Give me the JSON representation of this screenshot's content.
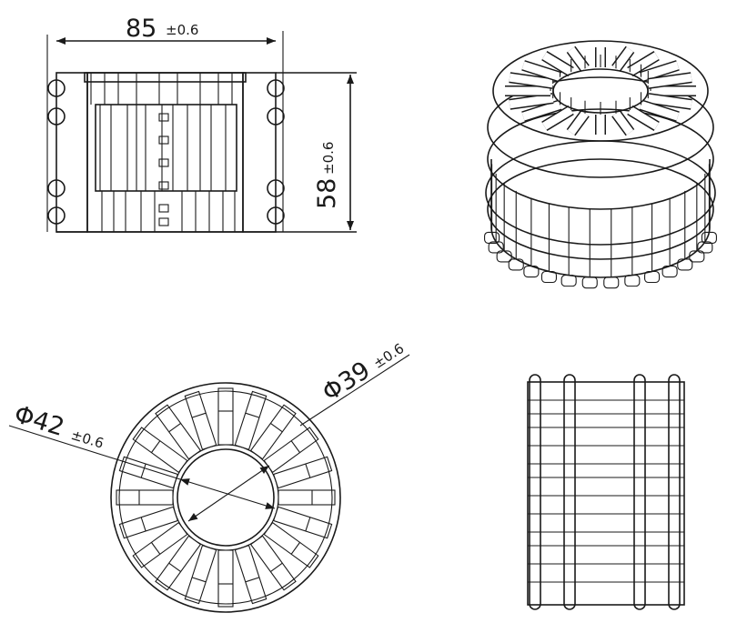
{
  "title": "Stator core technical drawing",
  "dimensions": {
    "width": {
      "value": "85",
      "tolerance": "±0.6"
    },
    "height": {
      "value": "58",
      "tolerance": "±0.6"
    },
    "outer_diameter": {
      "value": "Φ42",
      "tolerance": "±0.6"
    },
    "inner_diameter": {
      "value": "Φ39",
      "tolerance": "±0.6"
    }
  },
  "colors": {
    "line": "#1a1a1a",
    "fill_gray": "#d4d4d4"
  },
  "segments": 20
}
